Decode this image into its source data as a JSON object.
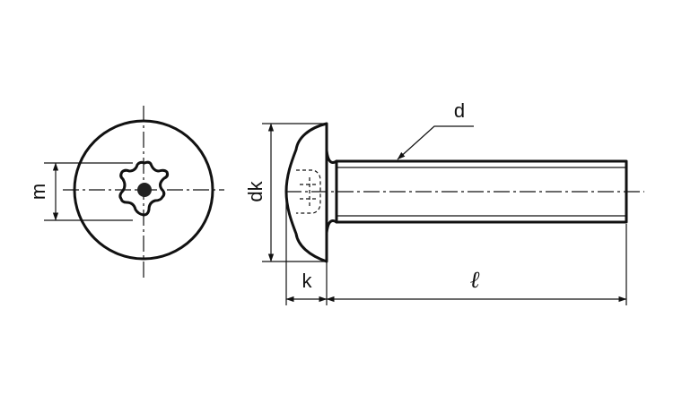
{
  "labels": {
    "m": "m",
    "dk": "dk",
    "k": "k",
    "d": "d",
    "l": "ℓ"
  },
  "style": {
    "line_color": "#111111",
    "background": "#ffffff"
  }
}
